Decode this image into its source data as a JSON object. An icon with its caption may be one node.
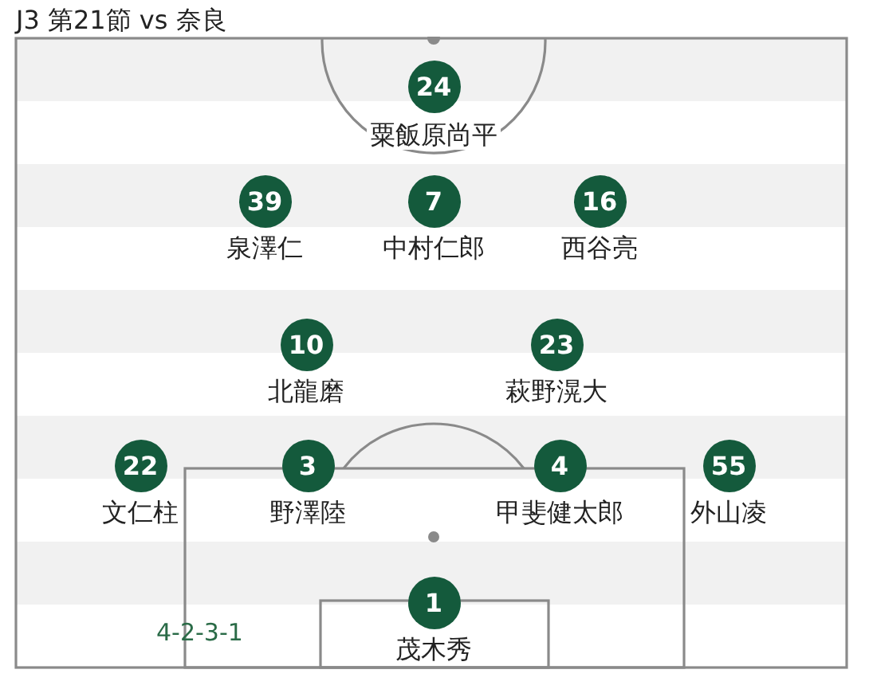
{
  "diagram": {
    "title": "J3 第21節 vs 奈良",
    "nodes": [
      {
        "text": [
          "24"
        ],
        "beside": [
          "粟飯原尚平"
        ]
      },
      {
        "text": [
          "39"
        ],
        "beside": [
          "泉澤仁"
        ]
      },
      {
        "text": [
          "7"
        ],
        "beside": [
          "中村仁郎"
        ]
      },
      {
        "text": [
          "16"
        ],
        "beside": [
          "西谷亮"
        ]
      },
      {
        "text": [
          "10"
        ],
        "beside": [
          "北龍磨"
        ]
      },
      {
        "text": [
          "23"
        ],
        "beside": [
          "萩野滉大"
        ]
      },
      {
        "text": [
          "22"
        ],
        "beside": [
          "文仁柱"
        ]
      },
      {
        "text": [
          "3"
        ],
        "beside": [
          "野澤陸"
        ]
      },
      {
        "text": [
          "4"
        ],
        "beside": [
          "甲斐健太郎"
        ]
      },
      {
        "text": [
          "55"
        ],
        "beside": [
          "外山凌"
        ]
      },
      {
        "text": [
          "1"
        ],
        "beside": [
          "茂木秀"
        ]
      }
    ],
    "labels": [
      "4-2-3-1"
    ]
  }
}
